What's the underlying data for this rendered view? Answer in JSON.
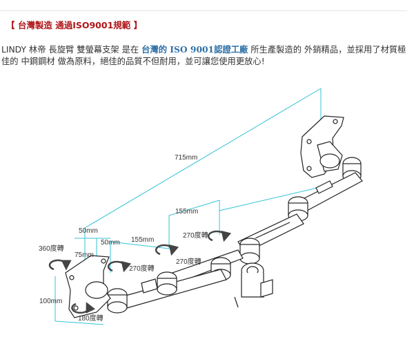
{
  "section": {
    "heading": "【 台灣製造 通過ISO9001規範 】"
  },
  "intro": {
    "part1": "LINDY 林帝 長旋臂 雙螢幕支架 是在 ",
    "highlight": "台灣的 ISO 9001認證工廠",
    "part2": " 所生產製造的 外銷精品，並採用了材質極佳的 中鋼鋼材 做為原料，絕佳的品質不但耐用，並可讓您使用更放心!"
  },
  "diagram": {
    "labels": {
      "height_total": "715mm",
      "arm_length_upper": "155mm",
      "arm_length_lower": "155mm",
      "offset_a": "50mm",
      "offset_b": "50mm",
      "offset_c": "75mm",
      "height_plate": "100mm",
      "rotate_360": "360度轉",
      "rotate_270_a": "270度轉",
      "rotate_270_b": "270度轉",
      "rotate_270_c": "270度轉",
      "rotate_180": "180度轉"
    },
    "colors": {
      "dimension_line": "#33c3d6",
      "outline": "#222222",
      "arrow_fill": "#444444"
    }
  }
}
